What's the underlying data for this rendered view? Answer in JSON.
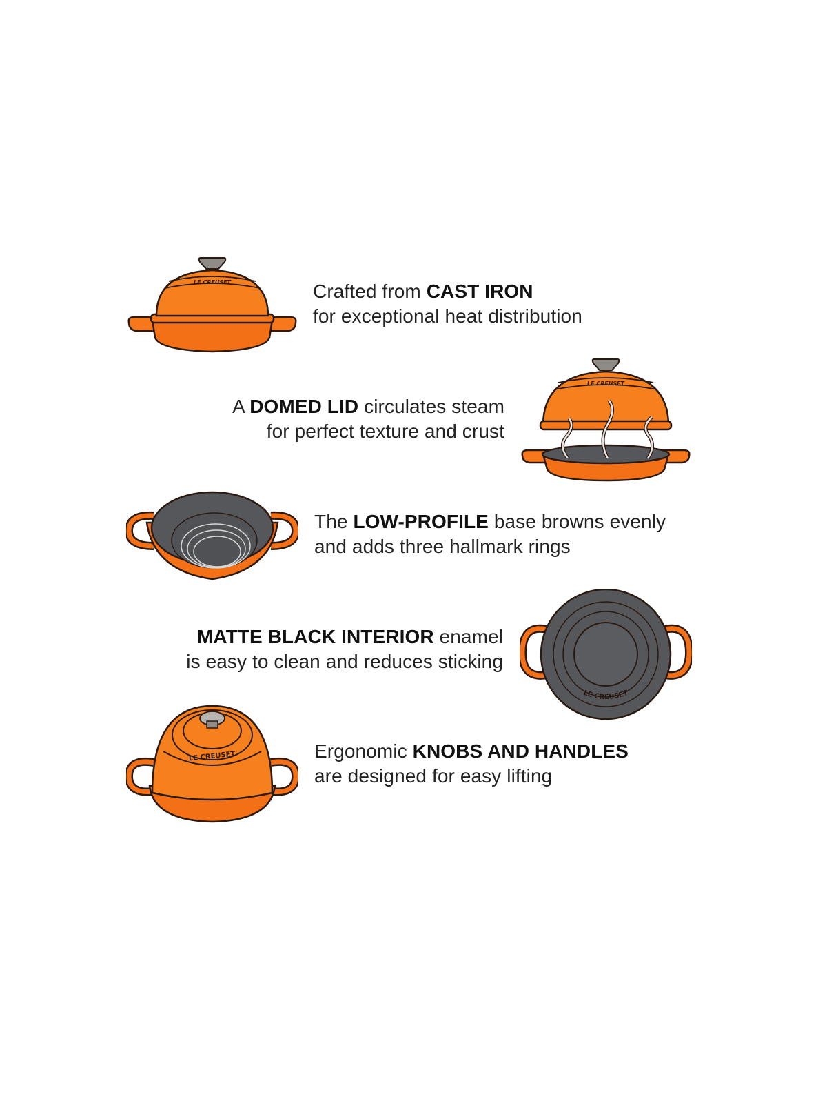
{
  "colors": {
    "background": "#ffffff",
    "orange": "#f7781a",
    "orange_dark": "#d9560e",
    "interior_gray": "#55575a",
    "outline": "#2a1a12",
    "knob_gray": "#8f8c88",
    "text": "#222222"
  },
  "brand_mark": "LE CREUSET",
  "features": [
    {
      "illustration": "bread-oven-closed",
      "align": "left",
      "line1_pre": "Crafted from ",
      "line1_bold": "CAST IRON",
      "line1_post": "",
      "line2": "for exceptional heat distribution"
    },
    {
      "illustration": "bread-oven-steam",
      "align": "right",
      "line1_pre": "A ",
      "line1_bold": "DOMED LID",
      "line1_post": " circulates steam",
      "line2": "for perfect texture and crust"
    },
    {
      "illustration": "low-profile-base",
      "align": "left",
      "line1_pre": "The ",
      "line1_bold": "LOW-PROFILE",
      "line1_post": " base browns evenly",
      "line2": "and adds three hallmark rings"
    },
    {
      "illustration": "matte-black-interior-top-view",
      "align": "right",
      "line1_pre": "",
      "line1_bold": "MATTE BLACK INTERIOR",
      "line1_post": " enamel",
      "line2": "is easy to clean and reduces sticking"
    },
    {
      "illustration": "knob-and-handles-view",
      "align": "left",
      "line1_pre": "Ergonomic ",
      "line1_bold": "KNOBS AND HANDLES",
      "line1_post": "",
      "line2": "are designed for easy lifting"
    }
  ]
}
